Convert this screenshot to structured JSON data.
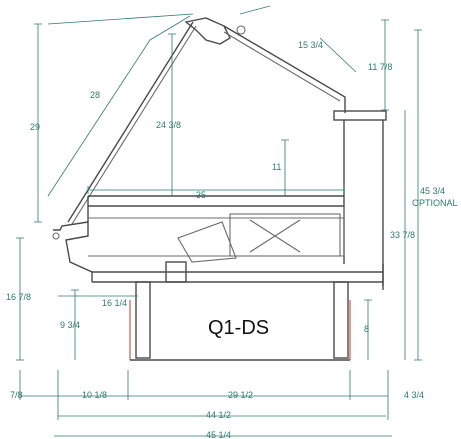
{
  "model": "Q1-DS",
  "dimensions": {
    "d_29": "29",
    "d_28": "28",
    "d_24_3_8": "24 3/8",
    "d_15_3_4": "15 3/4",
    "d_11_7_8": "11 7/8",
    "d_11": "11",
    "d_35": "35",
    "d_45_3_4": "45 3/4",
    "d_optional": "OPTIONAL",
    "d_33_7_8": "33 7/8",
    "d_16_7_8": "16 7/8",
    "d_16_1_4": "16 1/4",
    "d_9_3_4": "9 3/4",
    "d_8": "8",
    "d_7_8": "7/8",
    "d_10_1_8": "10 1/8",
    "d_29_1_2": "29 1/2",
    "d_4_3_4": "4 3/4",
    "d_44_1_2": "44 1/2",
    "d_45_1_4": "45 1/4"
  },
  "colors": {
    "dimension": "#2f7a6c",
    "outline": "#6b6b6b",
    "base_accent": "#c0392b"
  }
}
